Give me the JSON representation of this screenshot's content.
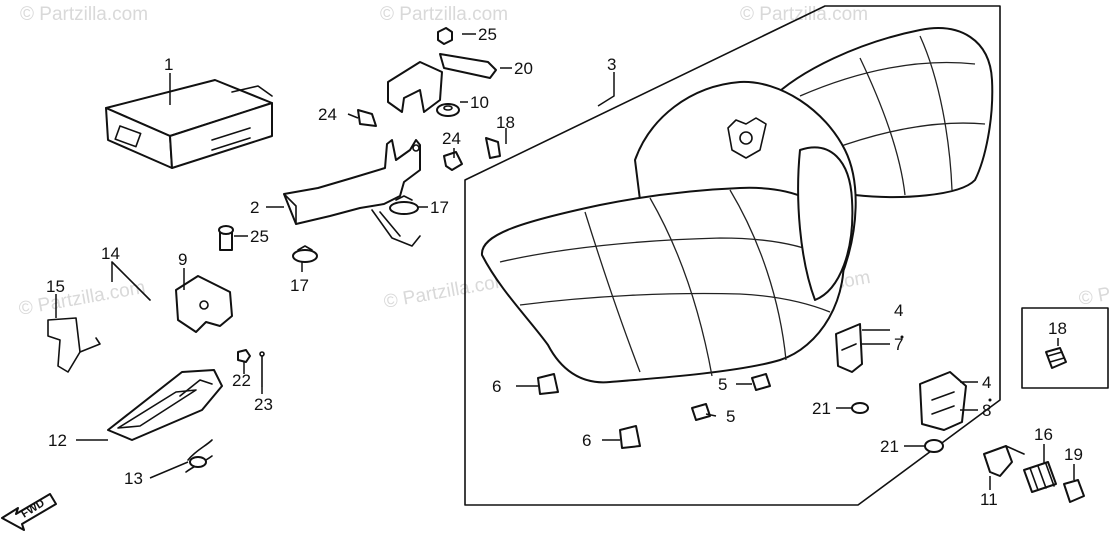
{
  "watermarks": [
    "© Partzilla.com",
    "© Partzilla.com",
    "© Partzilla.com",
    "© Partzilla.com",
    "© Partzilla.com",
    "© Partzilla.com",
    "© Partzilla.com"
  ],
  "fwd_label": "FWD",
  "callouts": {
    "c1": "1",
    "c2": "2",
    "c3": "3",
    "c4a": "4",
    "c4b": "4",
    "c5a": "5",
    "c5b": "5",
    "c6a": "6",
    "c6b": "6",
    "c7": "7",
    "c8": "8",
    "c9": "9",
    "c10": "10",
    "c11": "11",
    "c12": "12",
    "c13": "13",
    "c14": "14",
    "c15": "15",
    "c16": "16",
    "c17a": "17",
    "c17b": "17",
    "c18a": "18",
    "c18b": "18",
    "c19": "19",
    "c20": "20",
    "c21a": "21",
    "c21b": "21",
    "c22": "22",
    "c23": "23",
    "c24a": "24",
    "c24b": "24",
    "c25a": "25",
    "c25b": "25"
  }
}
